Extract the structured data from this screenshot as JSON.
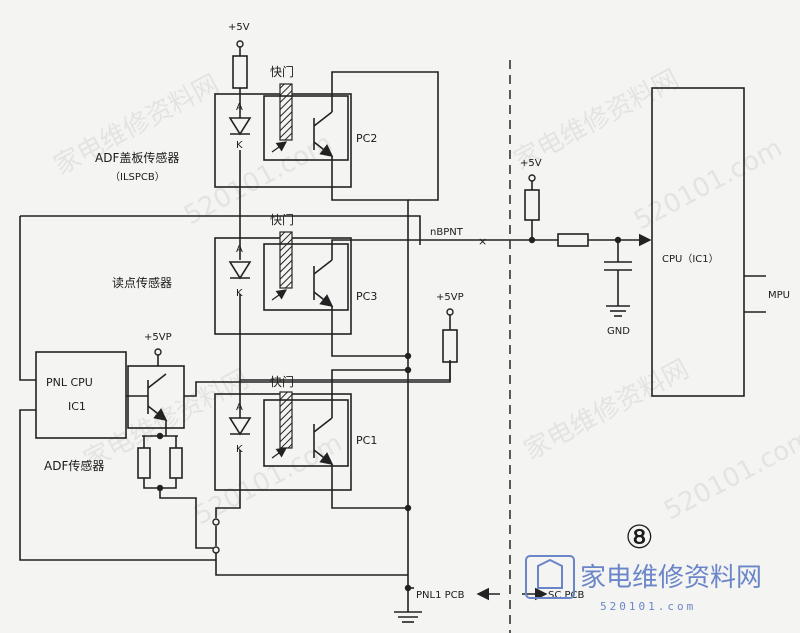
{
  "labels": {
    "plus5v_top": "+5V",
    "shutter_1": "快门",
    "shutter_2": "快门",
    "shutter_3": "快门",
    "pc1": "PC1",
    "pc2": "PC2",
    "pc3": "PC3",
    "anode": "A",
    "cathode": "K",
    "adf_cover_sensor": "ADF盖板传感器",
    "ilspcb": "（ILSPCB）",
    "read_point_sensor": "读点传感器",
    "pnl_cpu_line1": "PNL CPU",
    "pnl_cpu_line2": "IC1",
    "adf_sensor": "ADF传感器",
    "plus5vp_left": "+5VP",
    "plus5vp_right": "+5VP",
    "plus5v_right": "+5V",
    "nbpnt": "nBPNT",
    "cpu_ic1": "CPU（IC1）",
    "mpu": "MPU",
    "gnd": "GND",
    "pnl1_pcb": "PNL1 PCB",
    "sc_pcb": "SC PCB",
    "figure_number": "⑧"
  },
  "watermark": {
    "brand": "家电维修资料网",
    "url": "520101.com"
  },
  "colors": {
    "ink": "#222222",
    "paper": "#f4f4f2",
    "watermark": "#b9b9b9",
    "brand": "#6a86c9"
  }
}
